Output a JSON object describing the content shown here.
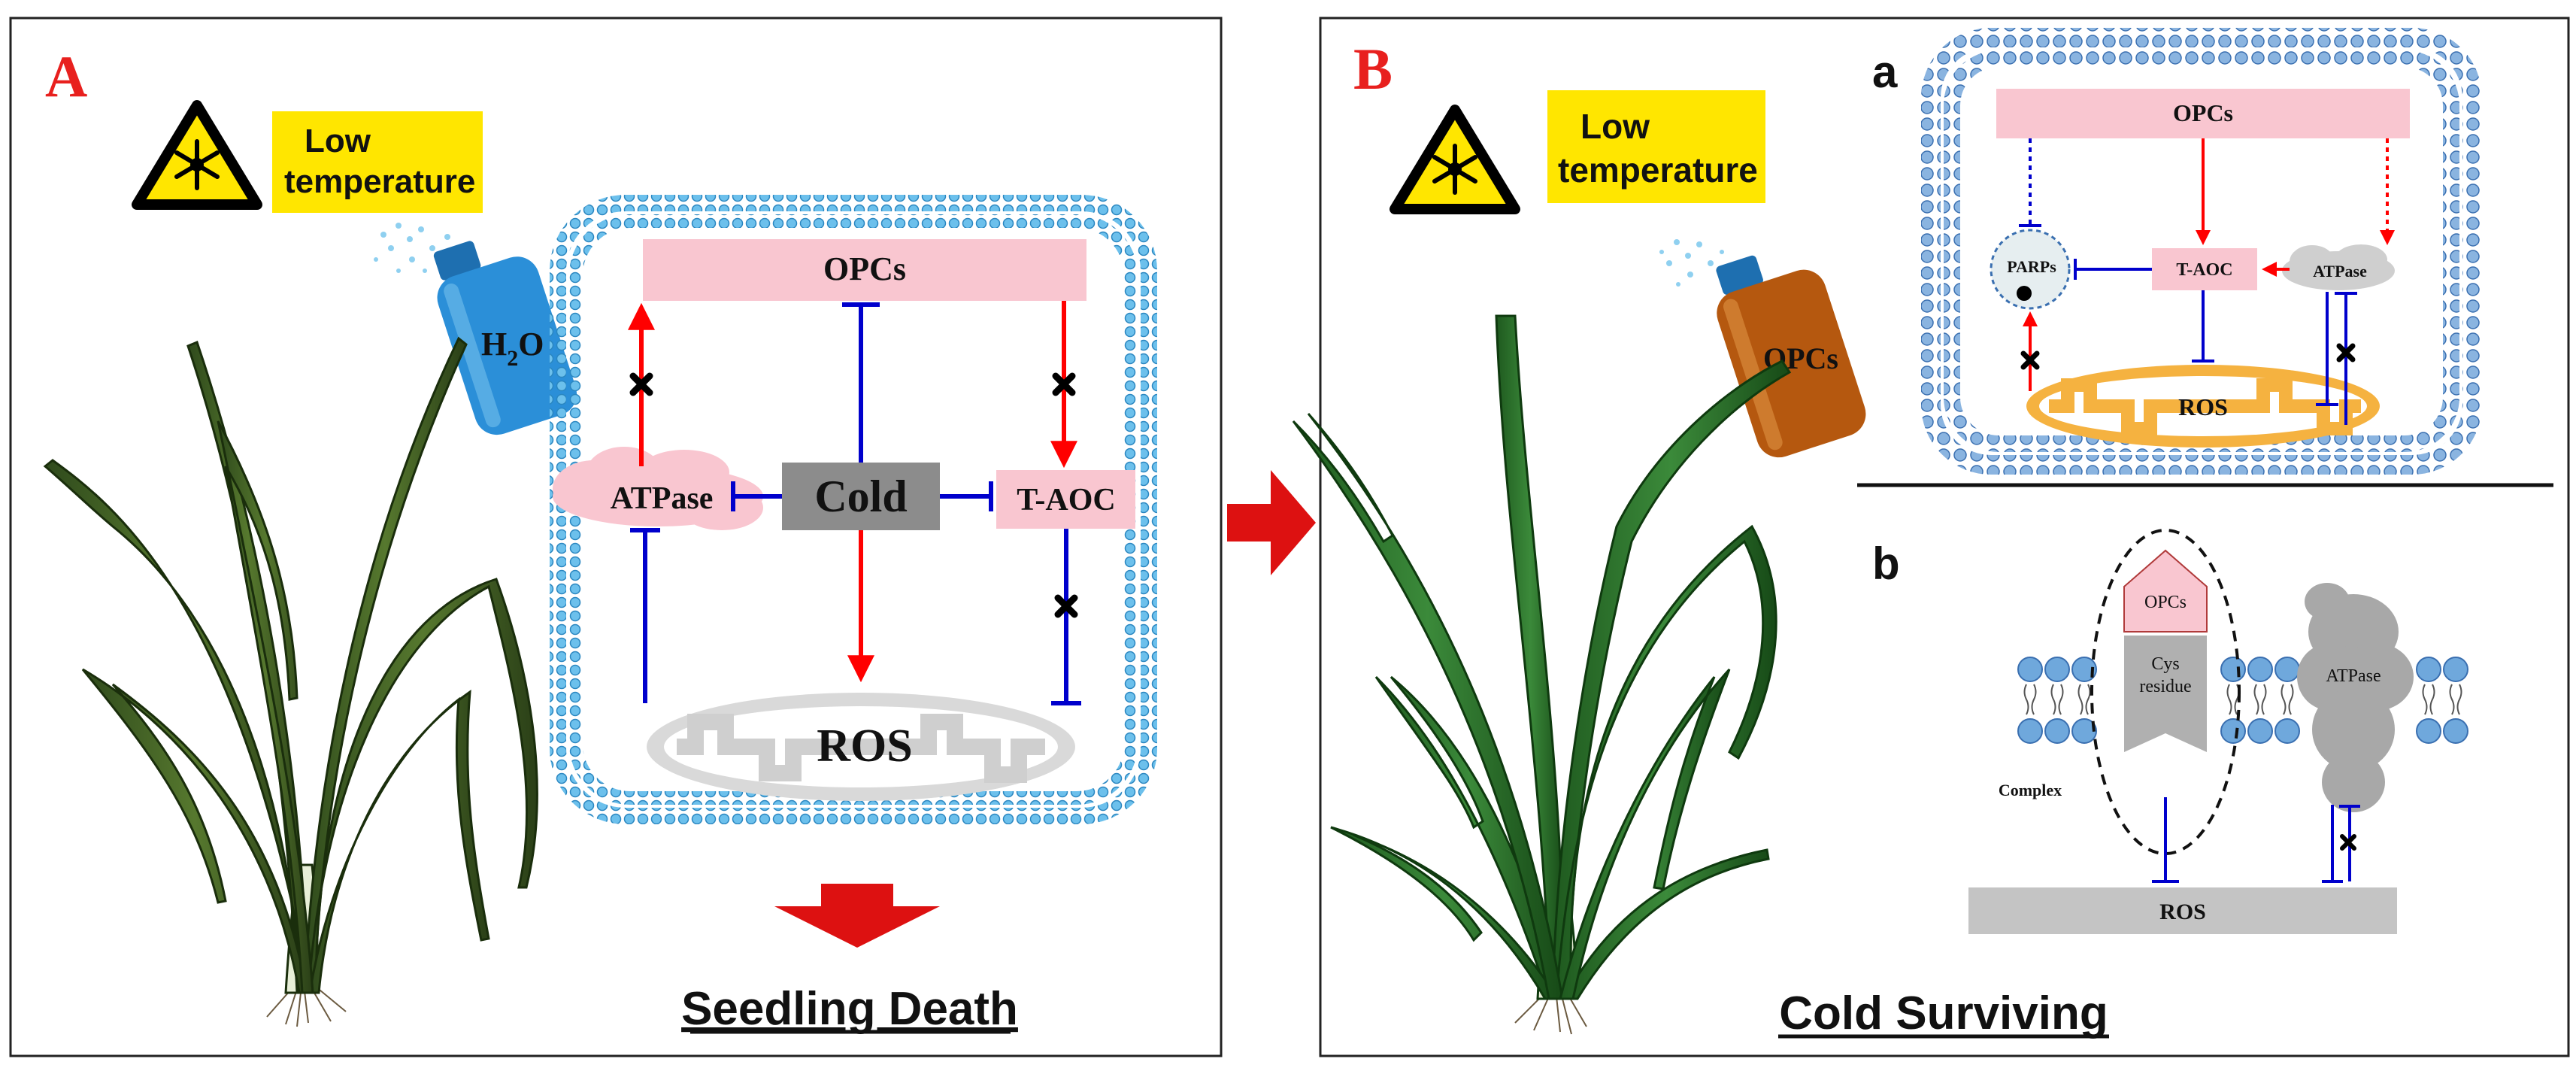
{
  "panel_a": {
    "letter": "A",
    "warning_label_line1": "Low",
    "warning_label_line2": "temperature",
    "spray_label": "H",
    "spray_label_sub": "2",
    "spray_label_end": "O",
    "opcs": "OPCs",
    "cold": "Cold",
    "atpase": "ATPase",
    "taoc": "T-AOC",
    "ros": "ROS",
    "outcome": "Seedling Death"
  },
  "panel_b": {
    "letter": "B",
    "warning_label_line1": "Low",
    "warning_label_line2": "temperature",
    "spray_label": "OPCs",
    "outcome": "Cold Surviving",
    "sub_a": {
      "letter": "a",
      "opcs": "OPCs",
      "parps": "PARPs",
      "taoc": "T-AOC",
      "atpase": "ATPase",
      "ros": "ROS"
    },
    "sub_b": {
      "letter": "b",
      "opcs": "OPCs",
      "cys_line1": "Cys",
      "cys_line2": "residue",
      "atpase": "ATPase",
      "complex": "Complex",
      "ros": "ROS"
    }
  },
  "colors": {
    "promote": "#ff0000",
    "inhibit": "#0000cc",
    "letter": "#e8201e",
    "warning_yellow": "#ffe600",
    "membrane": "#5aaee0",
    "opcs_box": "#f9c6d0",
    "cold_box": "#8c8c8c",
    "h2o_bottle": "#2b8fd8",
    "opcs_bottle": "#b5580f"
  }
}
